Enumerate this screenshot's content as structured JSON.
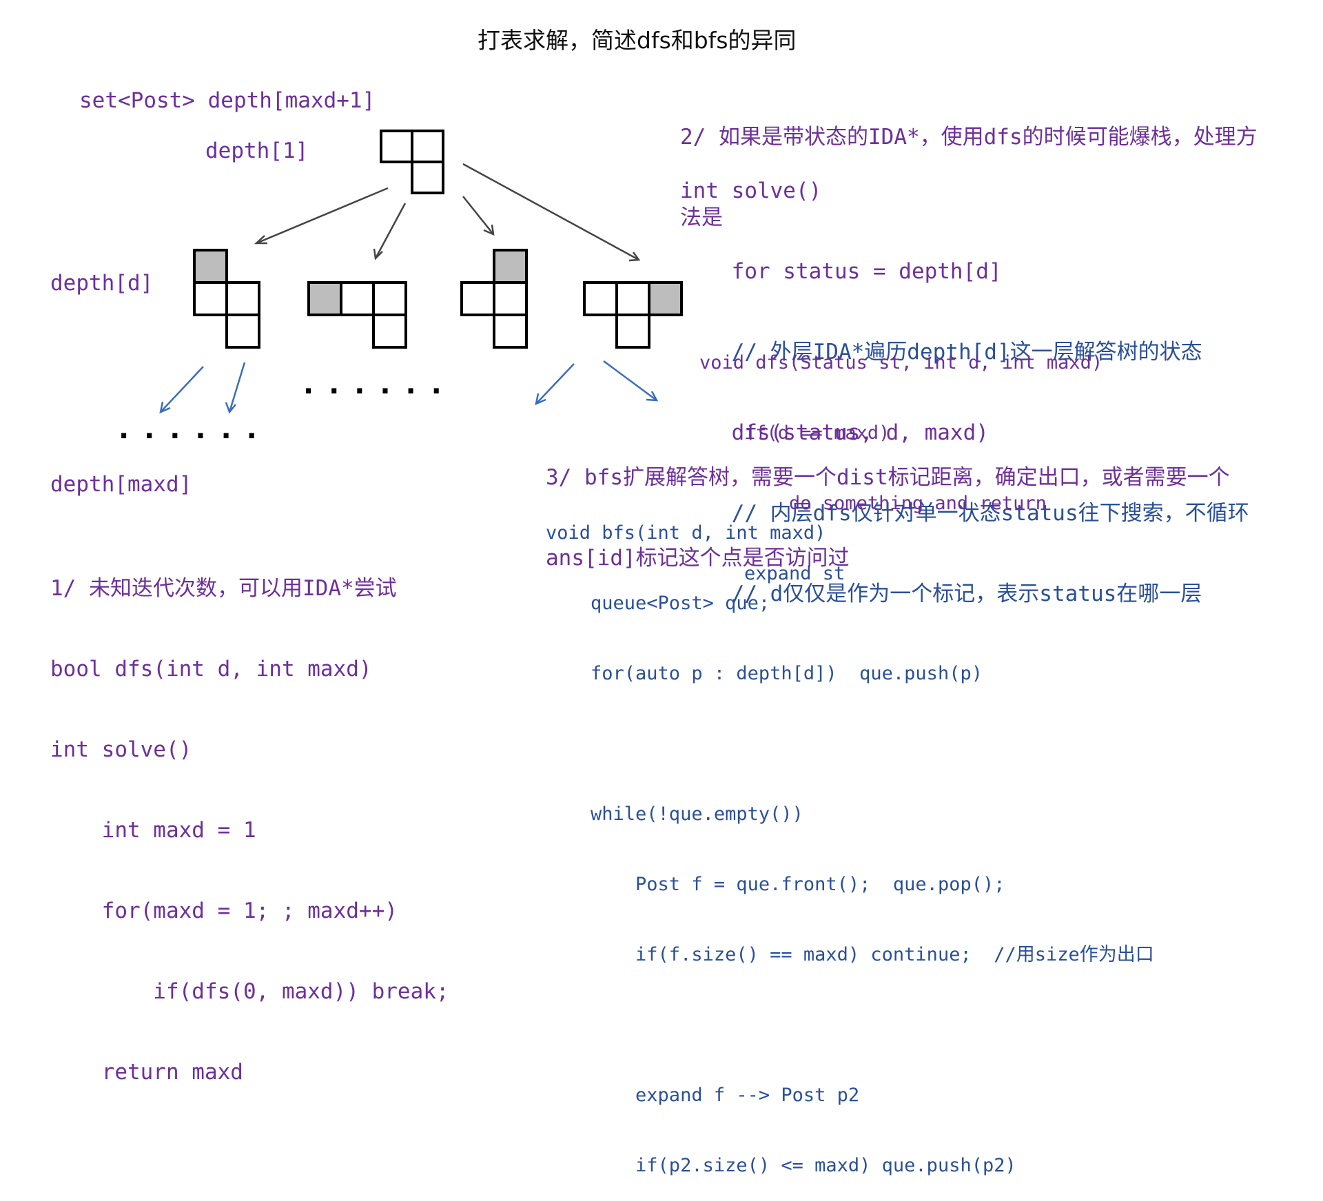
{
  "title": "打表求解，简述dfs和bfs的异同",
  "labels": {
    "set_decl": "set<Post> depth[maxd+1]",
    "depth1": "depth[1]",
    "depthd": "depth[d]",
    "depthmaxd": "depth[maxd]"
  },
  "ellipsis": {
    "middle": ". . . . . .",
    "left": ". . . . . ."
  },
  "section1": {
    "lines": [
      "1/ 未知迭代次数，可以用IDA*尝试",
      "bool dfs(int d, int maxd)",
      "int solve()",
      "    int maxd = 1",
      "    for(maxd = 1; ; maxd++)",
      "        if(dfs(0, maxd)) break;",
      "    return maxd"
    ]
  },
  "section2": {
    "heading": [
      "2/ 如果是带状态的IDA*，使用dfs的时候可能爆栈，处理方",
      "法是"
    ],
    "code": [
      "int solve()",
      "    for status = depth[d]",
      "    // 外层IDA*遍历depth[d]这一层解答树的状态",
      "    dfs(status, d, maxd)",
      "    // 内层dfs仅针对单一状态status往下搜索，不循环",
      "    // d仅仅是作为一个标记，表示status在哪一层"
    ],
    "dfs_code": [
      "void dfs(Status st, int d, int maxd)",
      "    if(d == maxd)",
      "        do something and return",
      "    expand st"
    ]
  },
  "section3": {
    "heading": [
      "3/ bfs扩展解答树，需要一个dist标记距离，确定出口，或者需要一个",
      "ans[id]标记这个点是否访问过"
    ],
    "code": [
      "void bfs(int d, int maxd)",
      "    queue<Post> que;",
      "    for(auto p : depth[d])  que.push(p)",
      "",
      "    while(!que.empty())",
      "        Post f = que.front();  que.pop();",
      "        if(f.size() == maxd) continue;  //用size作为出口",
      "",
      "        expand f --> Post p2",
      "        if(p2.size() <= maxd) que.push(p2)"
    ]
  },
  "colors": {
    "purple": "#6d2f9c",
    "blue": "#2a4f9a",
    "cell_fill": "#bdbdbd",
    "arrow_dark": "#444444"
  }
}
